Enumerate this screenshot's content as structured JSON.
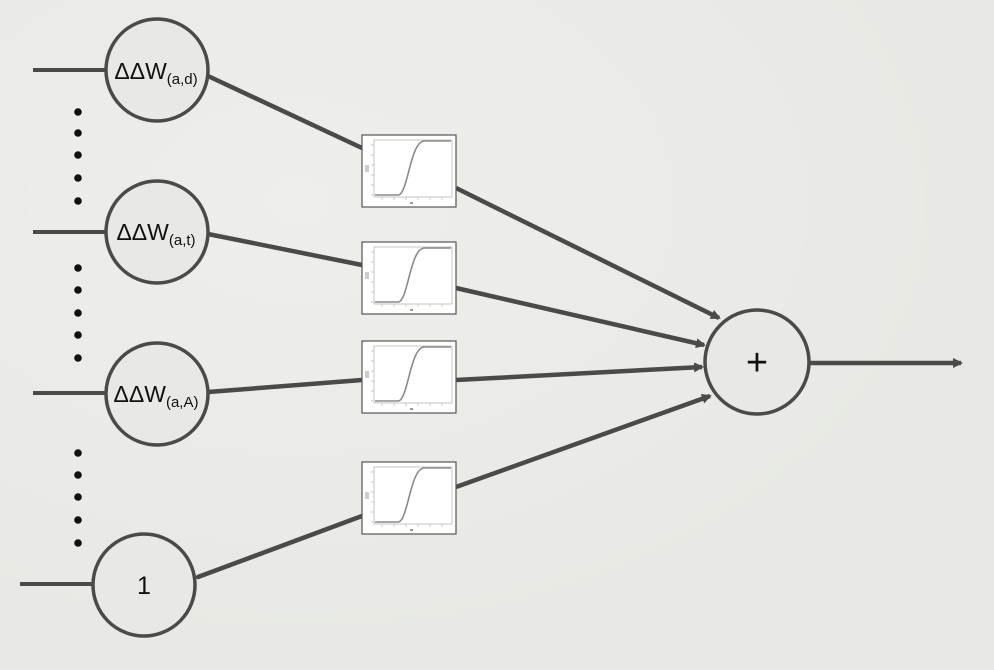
{
  "colors": {
    "stroke": "#4a4a4a",
    "background": "#e8e9e4",
    "node_fill": "#e8e9e4",
    "curve": "#8a8a8a",
    "dot": "#111111"
  },
  "nodes": {
    "ad": {
      "prefix": "ΔΔW",
      "sub": "(a,d)"
    },
    "at": {
      "prefix": "ΔΔW",
      "sub": "(a,t)"
    },
    "aA": {
      "prefix": "ΔΔW",
      "sub": "(a,A)"
    },
    "bias": {
      "label": "1"
    }
  },
  "sum_node": {
    "label": "+"
  },
  "activation": {
    "icon": "sigmoid-plot-icon",
    "count": 4
  }
}
